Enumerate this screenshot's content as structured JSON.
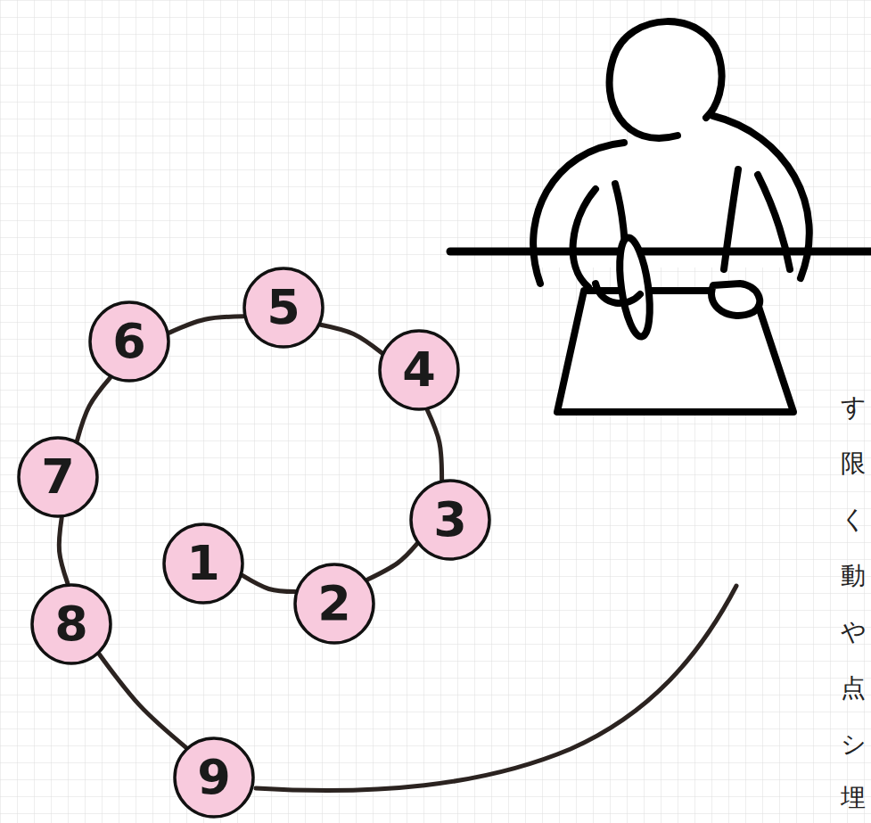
{
  "diagram": {
    "nodes": [
      {
        "text": [
          "1"
        ]
      },
      {
        "text": [
          "2"
        ]
      },
      {
        "text": [
          "3"
        ]
      },
      {
        "text": [
          "4"
        ]
      },
      {
        "text": [
          "5"
        ]
      },
      {
        "text": [
          "6"
        ]
      },
      {
        "text": [
          "7"
        ]
      },
      {
        "text": [
          "8"
        ]
      },
      {
        "text": [
          "9"
        ]
      }
    ],
    "edges": [
      {
        "from": 0,
        "to": 1,
        "arrow": "none"
      },
      {
        "from": 1,
        "to": 2,
        "arrow": "none"
      },
      {
        "from": 2,
        "to": 3,
        "arrow": "none"
      },
      {
        "from": 3,
        "to": 4,
        "arrow": "none"
      },
      {
        "from": 4,
        "to": 5,
        "arrow": "none"
      },
      {
        "from": 5,
        "to": 6,
        "arrow": "none"
      },
      {
        "from": 6,
        "to": 7,
        "arrow": "none"
      },
      {
        "from": 7,
        "to": 8,
        "arrow": "none"
      }
    ],
    "labels": [
      "す",
      "限",
      "く",
      "動",
      "や",
      "点",
      "シ",
      "埋"
    ]
  }
}
